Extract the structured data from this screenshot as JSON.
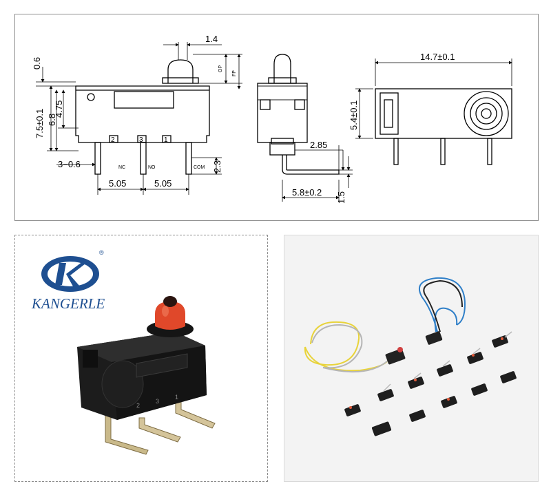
{
  "drawing": {
    "front_view": {
      "top_width": "1.4",
      "op": "OP",
      "fp": "FP",
      "actuator_height": "0.6",
      "body_height": "7.5±0.1",
      "mid_height_a": "6.8",
      "mid_height_b": "4.75",
      "pin_numbers": [
        "2",
        "3",
        "1"
      ],
      "hole_spec": "3−0.6",
      "pin_labels": [
        "NC",
        "NO",
        "COM"
      ],
      "pin_length": "2.3",
      "pitch_left": "5.05",
      "pitch_right": "5.05"
    },
    "side_view": {
      "bend_offset": "2.85",
      "pin_reach": "5.8±0.2",
      "pin_end": "1.5"
    },
    "top_view": {
      "length": "14.7±0.1",
      "depth": "5.4±0.1"
    }
  },
  "photo": {
    "brand": "KANGERLE",
    "registered_mark": "®",
    "logo_letters": "K",
    "body_marks": [
      "2",
      "3",
      "1"
    ]
  },
  "colors": {
    "line": "#000000",
    "logo_blue": "#1e4f91",
    "actuator_red": "#e0482a",
    "body_black": "#1a1a1a",
    "wire_yellow": "#e8d33a",
    "wire_blue": "#2f7fc8"
  }
}
